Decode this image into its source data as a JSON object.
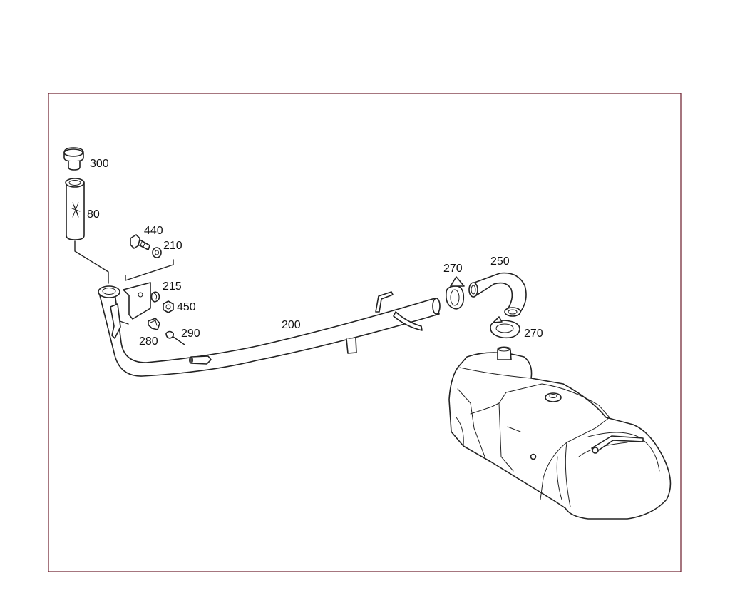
{
  "diagram": {
    "accent_color": "#6a1b2a",
    "labels": {
      "p300": "300",
      "p80": "80",
      "p440": "440",
      "p210": "210",
      "p215": "215",
      "p450": "450",
      "p280": "280",
      "p290": "290",
      "p200": "200",
      "p270a": "270",
      "p250": "250",
      "p270b": "270"
    }
  }
}
